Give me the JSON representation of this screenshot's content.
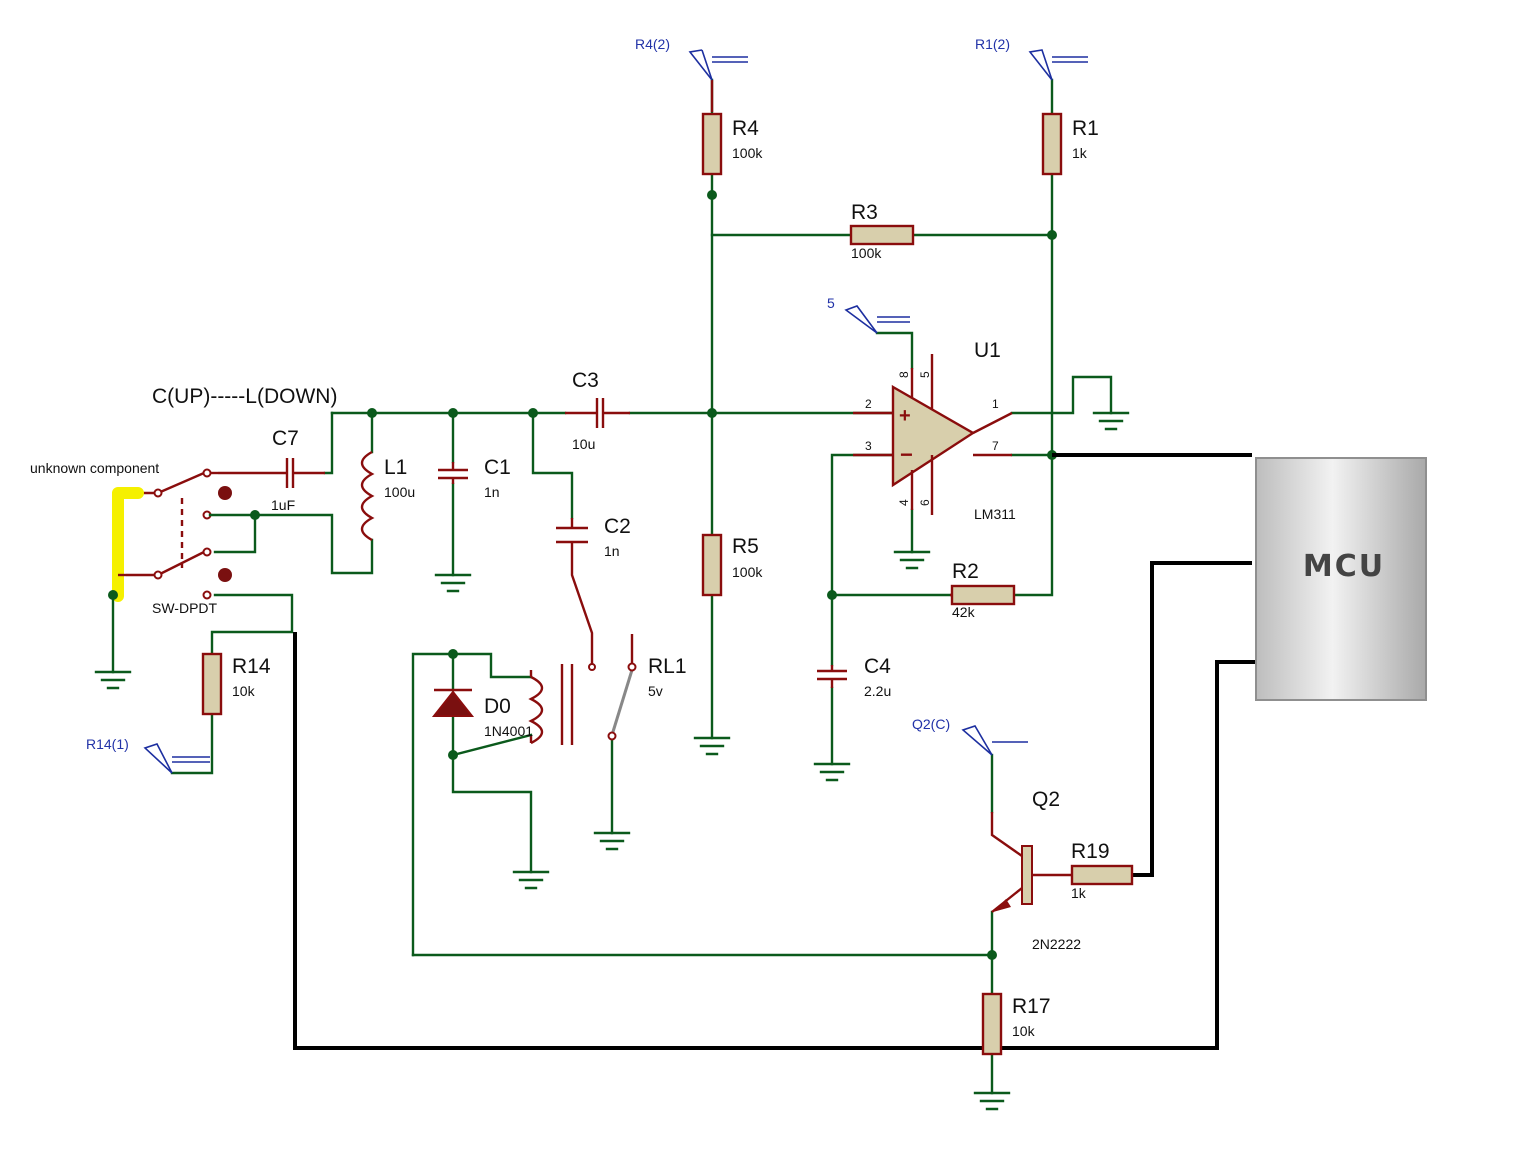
{
  "title_note": "C(UP)-----L(DOWN)",
  "switch_note": "unknown component",
  "mcu_label": "MCU",
  "components": {
    "r4": {
      "ref": "R4",
      "value": "100k"
    },
    "r1": {
      "ref": "R1",
      "value": "1k"
    },
    "r3": {
      "ref": "R3",
      "value": "100k"
    },
    "r5": {
      "ref": "R5",
      "value": "100k"
    },
    "r2": {
      "ref": "R2",
      "value": "42k"
    },
    "r14": {
      "ref": "R14",
      "value": "10k"
    },
    "r17": {
      "ref": "R17",
      "value": "10k"
    },
    "r19": {
      "ref": "R19",
      "value": "1k"
    },
    "c1": {
      "ref": "C1",
      "value": "1n"
    },
    "c2": {
      "ref": "C2",
      "value": "1n"
    },
    "c3": {
      "ref": "C3",
      "value": "10u"
    },
    "c4": {
      "ref": "C4",
      "value": "2.2u"
    },
    "c7": {
      "ref": "C7",
      "value": "1uF"
    },
    "l1": {
      "ref": "L1",
      "value": "100u"
    },
    "d0": {
      "ref": "D0",
      "value": "1N4001"
    },
    "rl1": {
      "ref": "RL1",
      "value": "5v"
    },
    "u1": {
      "ref": "U1",
      "value": "LM311"
    },
    "q2": {
      "ref": "Q2",
      "value": "2N2222"
    },
    "sw": {
      "ref": "SW-DPDT"
    }
  },
  "terminals": {
    "r4_top": "R4(2)",
    "r1_top": "R1(2)",
    "u1_pin5": "5",
    "r14_bot": "R14(1)",
    "q2_c": "Q2(C)",
    "dashes": "-----"
  },
  "u1_pins": {
    "p1": "1",
    "p2": "2",
    "p3": "3",
    "p4": "4",
    "p5": "5",
    "p6": "6",
    "p7": "7",
    "p8": "8",
    "plus": "+",
    "minus": "−"
  },
  "colors": {
    "wire": "#0b5a1c",
    "component": "#8a0d0d",
    "resistor_fill": "#d8cfac",
    "added_wire": "#000000",
    "terminal_text": "#2233a8",
    "highlight": "#f5f000"
  }
}
